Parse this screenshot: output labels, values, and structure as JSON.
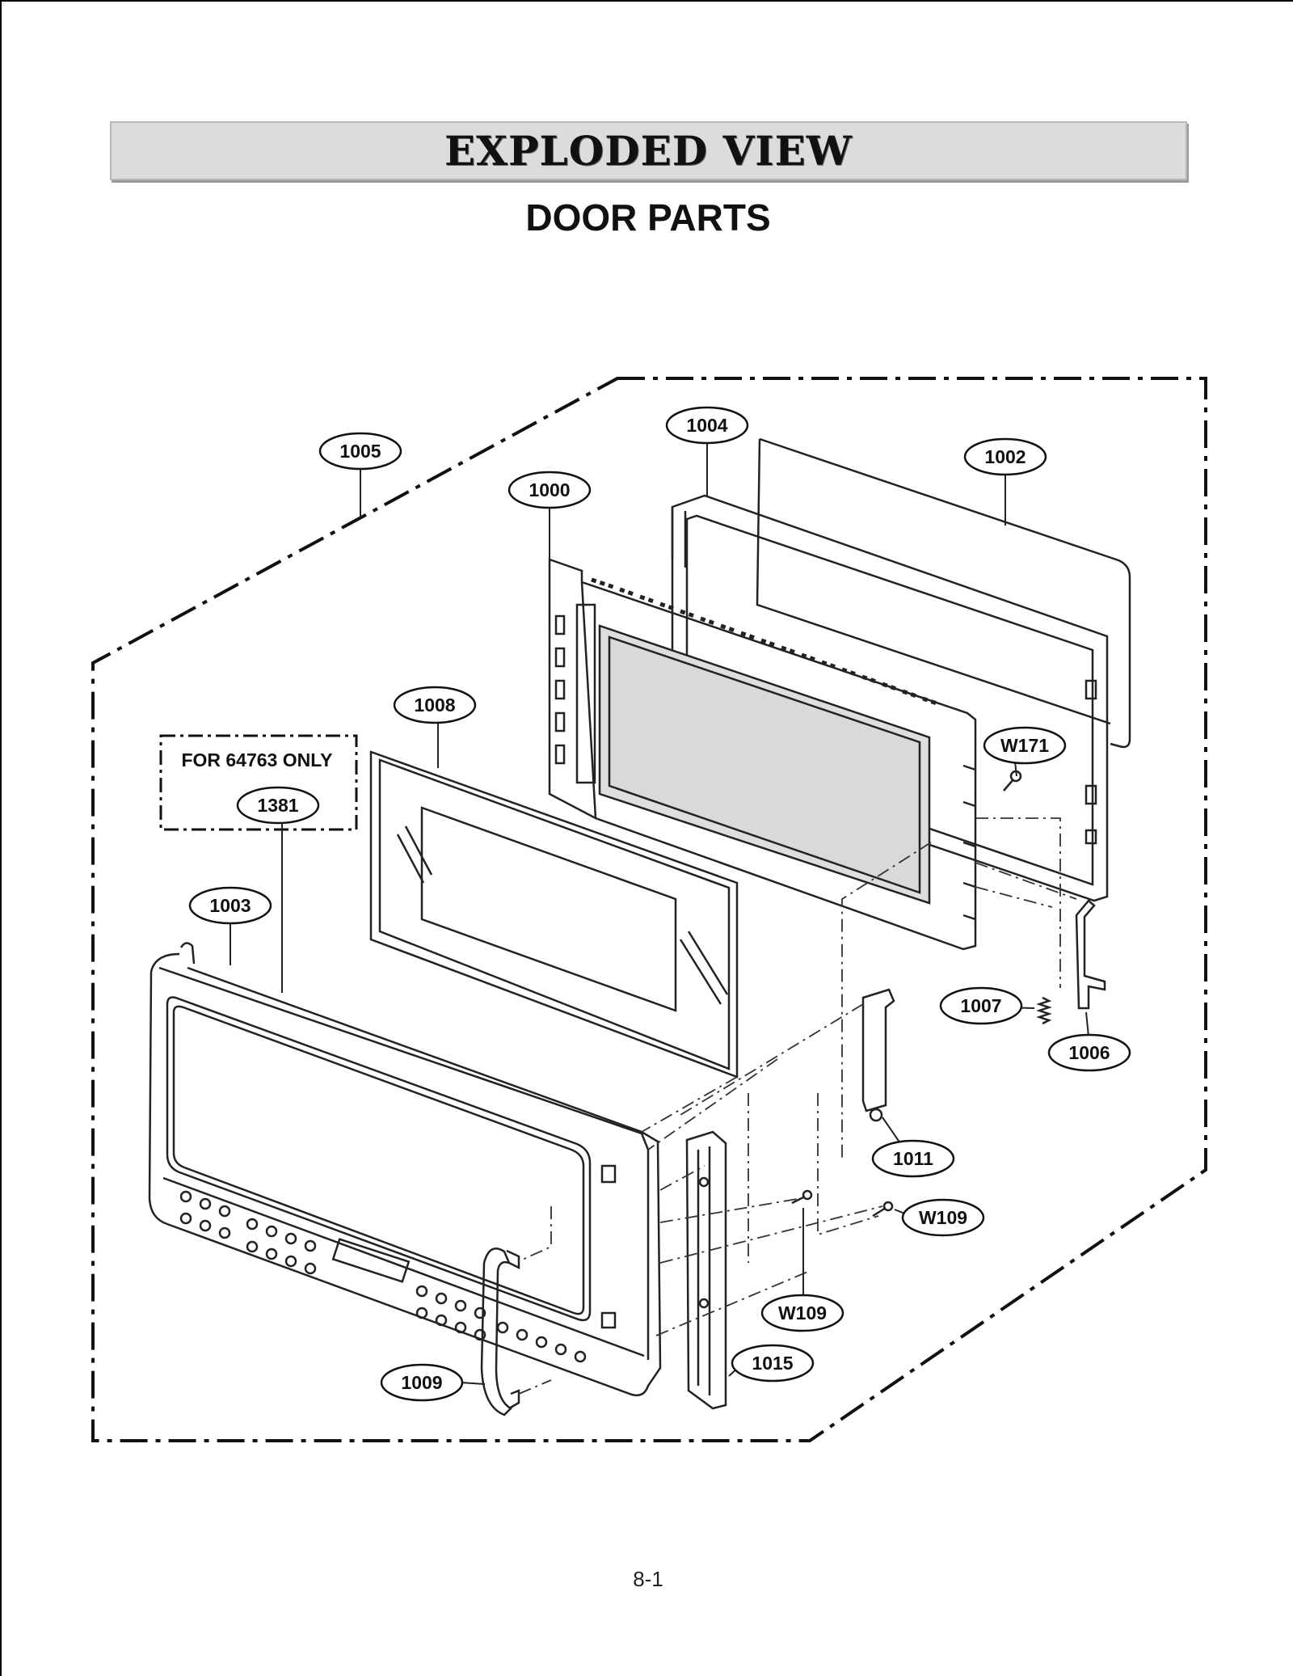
{
  "header": {
    "title": "EXPLODED VIEW",
    "subtitle": "DOOR PARTS"
  },
  "note": {
    "text": "FOR 64763 ONLY",
    "part": "1381"
  },
  "parts": {
    "p1000": "1000",
    "p1002": "1002",
    "p1003": "1003",
    "p1004": "1004",
    "p1005": "1005",
    "p1006": "1006",
    "p1007": "1007",
    "p1008": "1008",
    "p1009": "1009",
    "p1011": "1011",
    "p1015": "1015",
    "w171": "W171",
    "w109_a": "W109",
    "w109_b": "W109"
  },
  "footer": {
    "page_number": "8-1"
  }
}
